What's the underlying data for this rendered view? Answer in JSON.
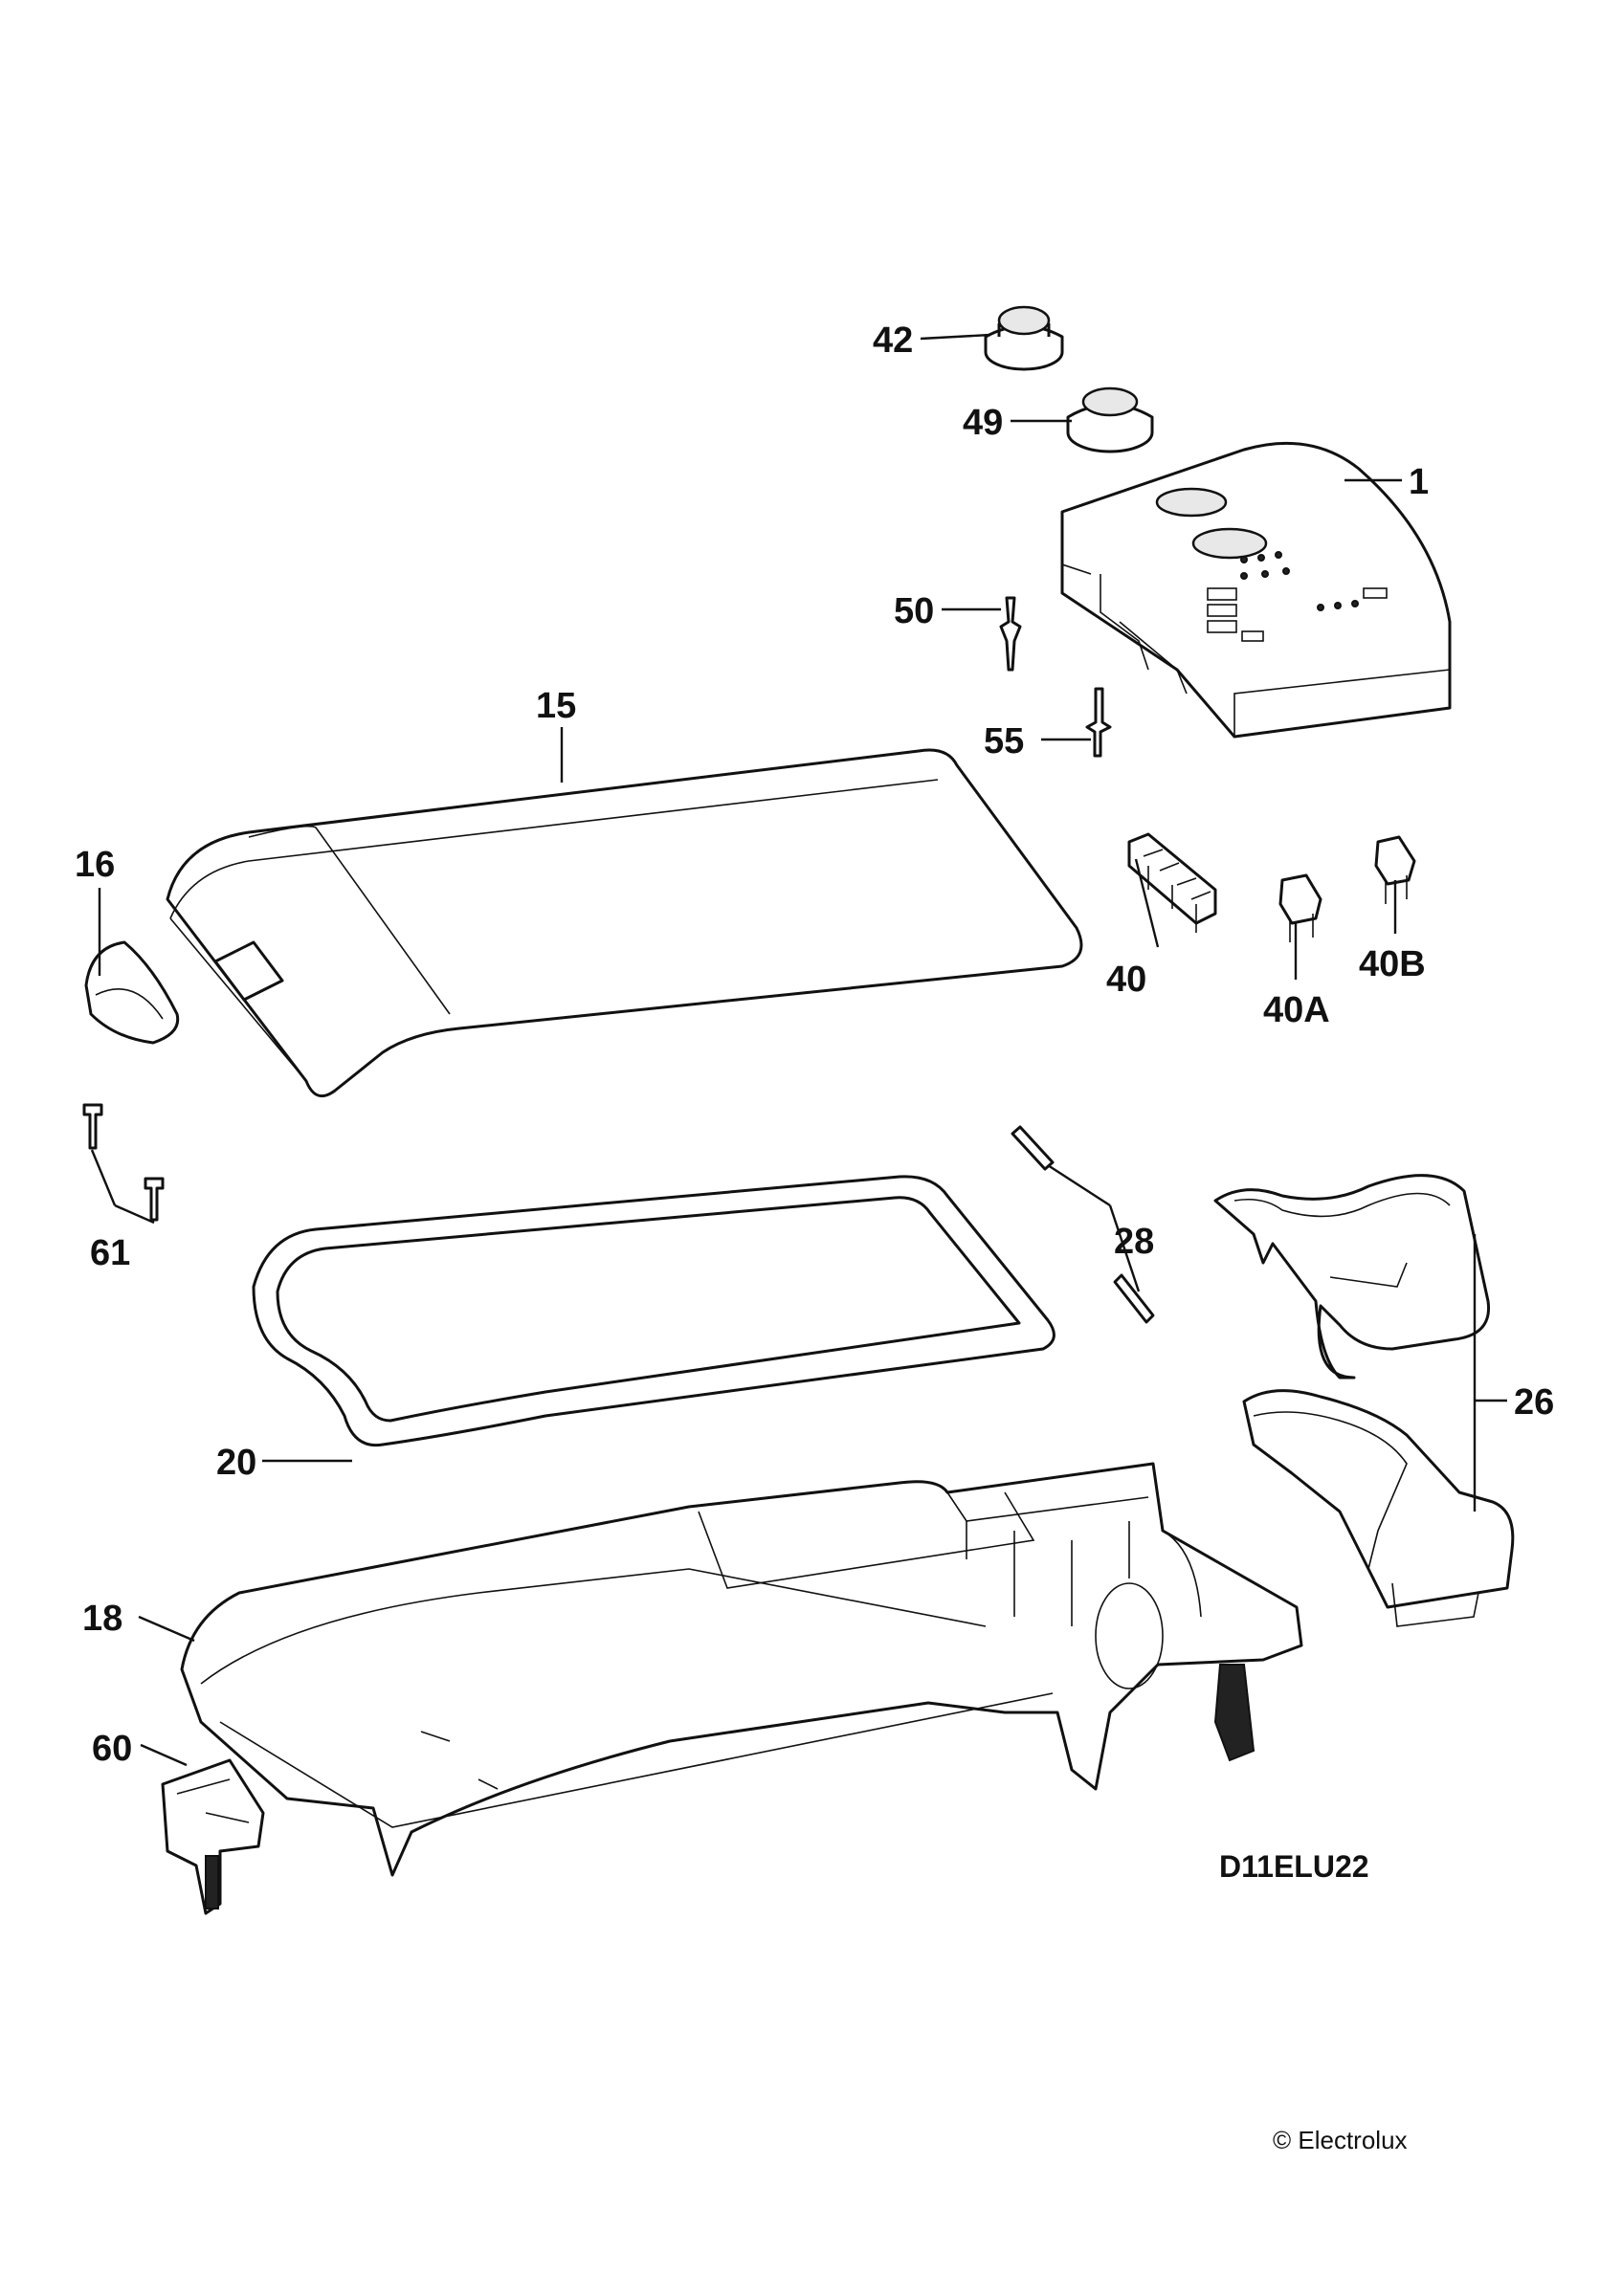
{
  "diagram": {
    "drawing_code": "D11ELU22",
    "copyright": "© Electrolux",
    "callouts": [
      {
        "id": "42",
        "label": "42"
      },
      {
        "id": "49",
        "label": "49"
      },
      {
        "id": "1",
        "label": "1"
      },
      {
        "id": "50",
        "label": "50"
      },
      {
        "id": "15",
        "label": "15"
      },
      {
        "id": "55",
        "label": "55"
      },
      {
        "id": "16",
        "label": "16"
      },
      {
        "id": "40",
        "label": "40"
      },
      {
        "id": "40A",
        "label": "40A"
      },
      {
        "id": "40B",
        "label": "40B"
      },
      {
        "id": "61",
        "label": "61"
      },
      {
        "id": "28",
        "label": "28"
      },
      {
        "id": "26",
        "label": "26"
      },
      {
        "id": "20",
        "label": "20"
      },
      {
        "id": "18",
        "label": "18"
      },
      {
        "id": "60",
        "label": "60"
      }
    ]
  }
}
